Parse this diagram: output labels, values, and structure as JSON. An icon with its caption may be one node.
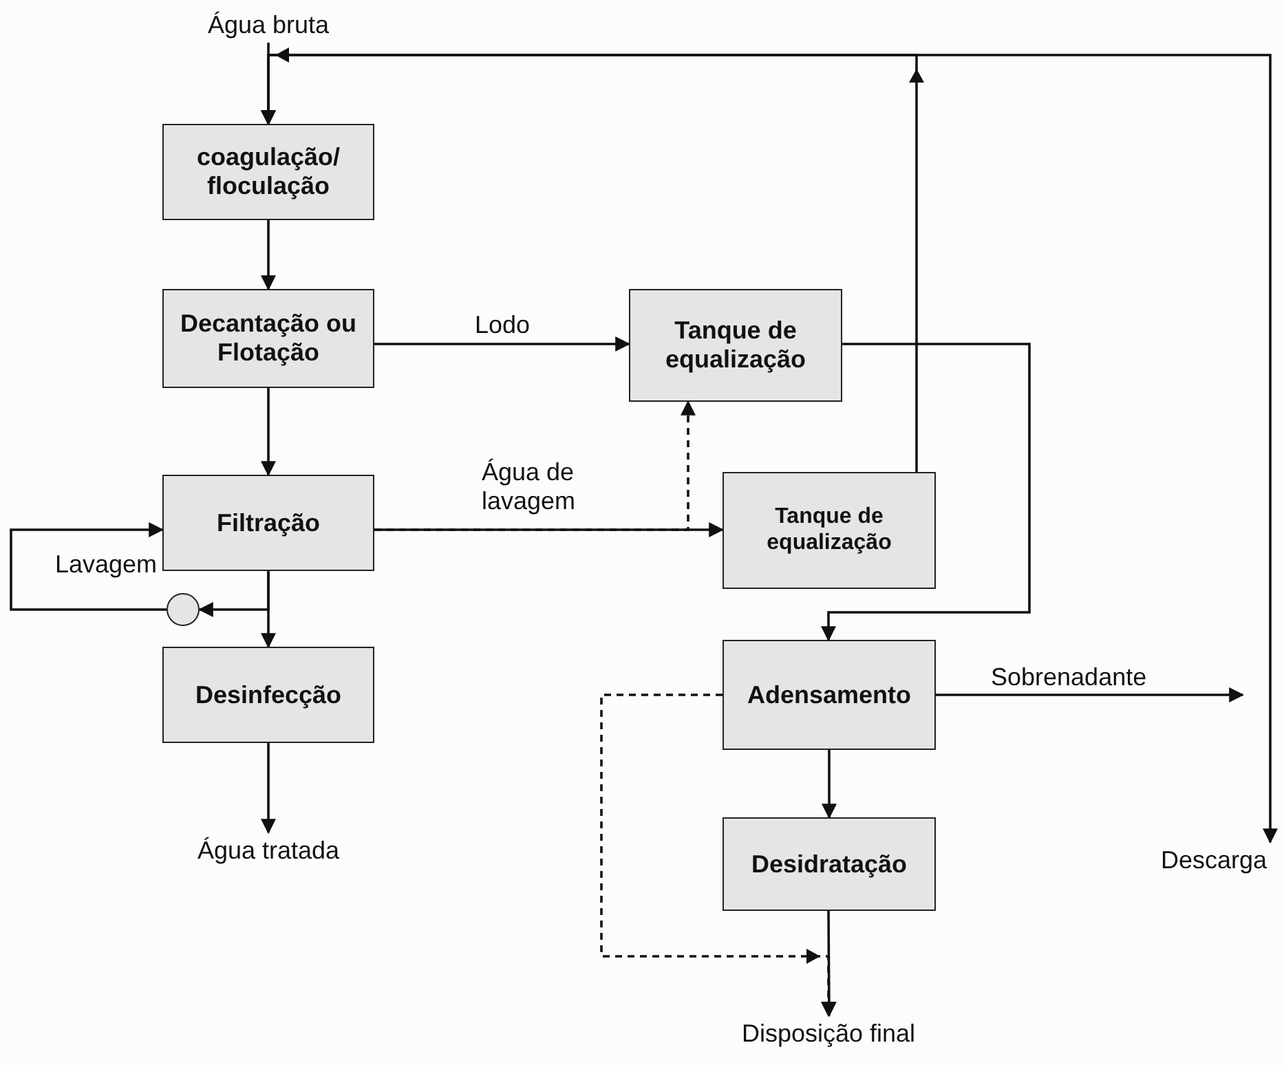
{
  "diagram": {
    "nodes": [
      {
        "text": [
          "Água bruta"
        ]
      },
      {
        "text": [
          "coagulação/ floculação"
        ]
      },
      {
        "text": [
          "Decantação ou Flotação"
        ]
      },
      {
        "text": [
          "Tanque de equalização"
        ]
      },
      {
        "text": [
          "Filtração"
        ]
      },
      {
        "text": [
          "Tanque de equalização"
        ]
      },
      {
        "text": [],
        "shape": "circle",
        "beside": [
          "Lavagem"
        ]
      },
      {
        "text": [
          "Desinfecção"
        ]
      },
      {
        "text": [
          "Água tratada"
        ]
      },
      {
        "text": [
          "Adensamento"
        ]
      },
      {
        "text": [
          "Desidratação"
        ]
      },
      {
        "text": [
          "Disposição final"
        ]
      },
      {
        "text": [
          "Descarga"
        ]
      }
    ],
    "edges": [
      {
        "from": 0,
        "to": 1,
        "arrow": "to"
      },
      {
        "from": 1,
        "to": 2,
        "arrow": "to"
      },
      {
        "from": 2,
        "to": 3,
        "arrow": "to",
        "label": "Lodo"
      },
      {
        "from": 2,
        "to": 4,
        "arrow": "to"
      },
      {
        "from": 4,
        "to": 5,
        "arrow": "to",
        "label": "Água de lavagem"
      },
      {
        "from": 4,
        "to": 3,
        "arrow": "to",
        "style": "dashed"
      },
      {
        "from": 5,
        "to": 1,
        "arrow": "to"
      },
      {
        "from": 3,
        "to": 9,
        "arrow": "to"
      },
      {
        "from": 4,
        "to": 7,
        "arrow": "to"
      },
      {
        "from": 4,
        "to": 6,
        "arrow": "to"
      },
      {
        "from": 6,
        "to": 4,
        "arrow": "to"
      },
      {
        "from": 7,
        "to": 8,
        "arrow": "to"
      },
      {
        "from": 9,
        "to": 10,
        "arrow": "to"
      },
      {
        "from": 9,
        "to": null,
        "arrow": "to",
        "label": "Sobrenadante"
      },
      {
        "from": 9,
        "to": 11,
        "arrow": "to",
        "style": "dashed"
      },
      {
        "from": 10,
        "to": 11,
        "arrow": "to"
      },
      {
        "from": 1,
        "to": 12,
        "arrow": "both"
      }
    ]
  }
}
